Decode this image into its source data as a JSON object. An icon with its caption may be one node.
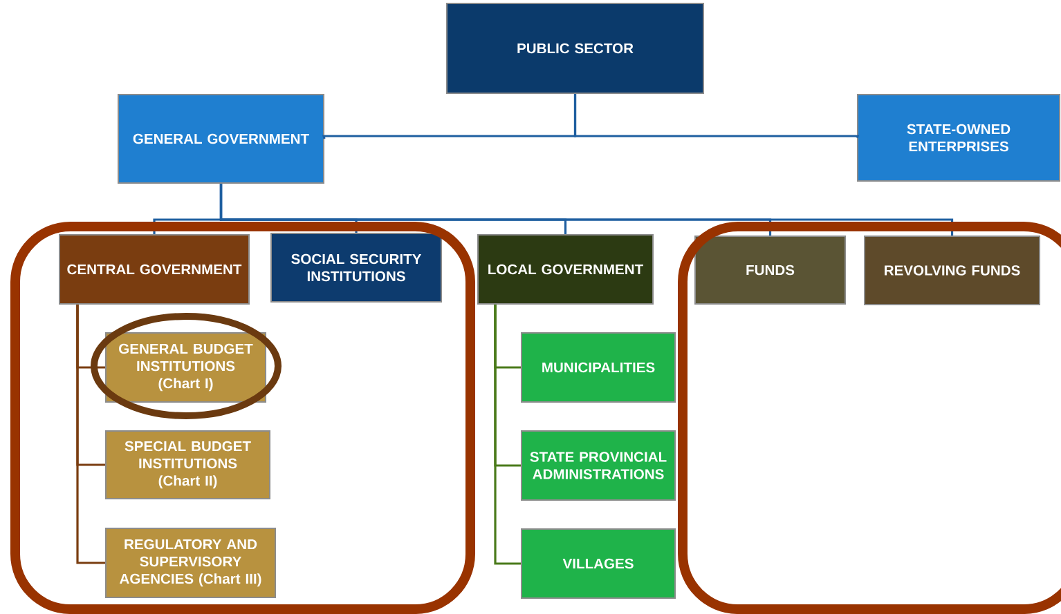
{
  "diagram": {
    "nodes": [
      {
        "text": [
          "PUBLIC SECTOR"
        ]
      },
      {
        "text": [
          "GENERAL GOVERNMENT"
        ]
      },
      {
        "text": [
          "STATE-OWNED ENTERPRISES"
        ]
      },
      {
        "text": [
          "CENTRAL GOVERNMENT"
        ]
      },
      {
        "text": [
          "SOCIAL SECURITY INSTITUTIONS"
        ]
      },
      {
        "text": [
          "LOCAL GOVERNMENT"
        ]
      },
      {
        "text": [
          "FUNDS"
        ]
      },
      {
        "text": [
          "REVOLVING FUNDS"
        ]
      },
      {
        "text": [
          "GENERAL BUDGET INSTITUTIONS (Chart I)"
        ]
      },
      {
        "text": [
          "SPECIAL BUDGET INSTITUTIONS (Chart II)"
        ]
      },
      {
        "text": [
          "REGULATORY AND SUPERVISORY AGENCIES (Chart III)"
        ]
      },
      {
        "text": [
          "MUNICIPALITIES"
        ]
      },
      {
        "text": [
          "STATE PROVINCIAL ADMINISTRATIONS"
        ]
      },
      {
        "text": [
          "VILLAGES"
        ]
      }
    ],
    "edges": [
      {
        "from": 0,
        "to": 1,
        "arrow": "none"
      },
      {
        "from": 0,
        "to": 2,
        "arrow": "none"
      },
      {
        "from": 1,
        "to": 3,
        "arrow": "none"
      },
      {
        "from": 1,
        "to": 4,
        "arrow": "none"
      },
      {
        "from": 1,
        "to": 5,
        "arrow": "none"
      },
      {
        "from": 1,
        "to": 6,
        "arrow": "none"
      },
      {
        "from": 1,
        "to": 7,
        "arrow": "none"
      },
      {
        "from": 3,
        "to": 8,
        "arrow": "none",
        "color": "#7a3d10"
      },
      {
        "from": 3,
        "to": 9,
        "arrow": "none",
        "color": "#7a3d10"
      },
      {
        "from": 3,
        "to": 10,
        "arrow": "none",
        "color": "#7a3d10"
      },
      {
        "from": 5,
        "to": 11,
        "arrow": "none",
        "color": "#4a7a1a"
      },
      {
        "from": 5,
        "to": 12,
        "arrow": "none",
        "color": "#4a7a1a"
      },
      {
        "from": 5,
        "to": 13,
        "arrow": "none",
        "color": "#4a7a1a"
      }
    ]
  }
}
